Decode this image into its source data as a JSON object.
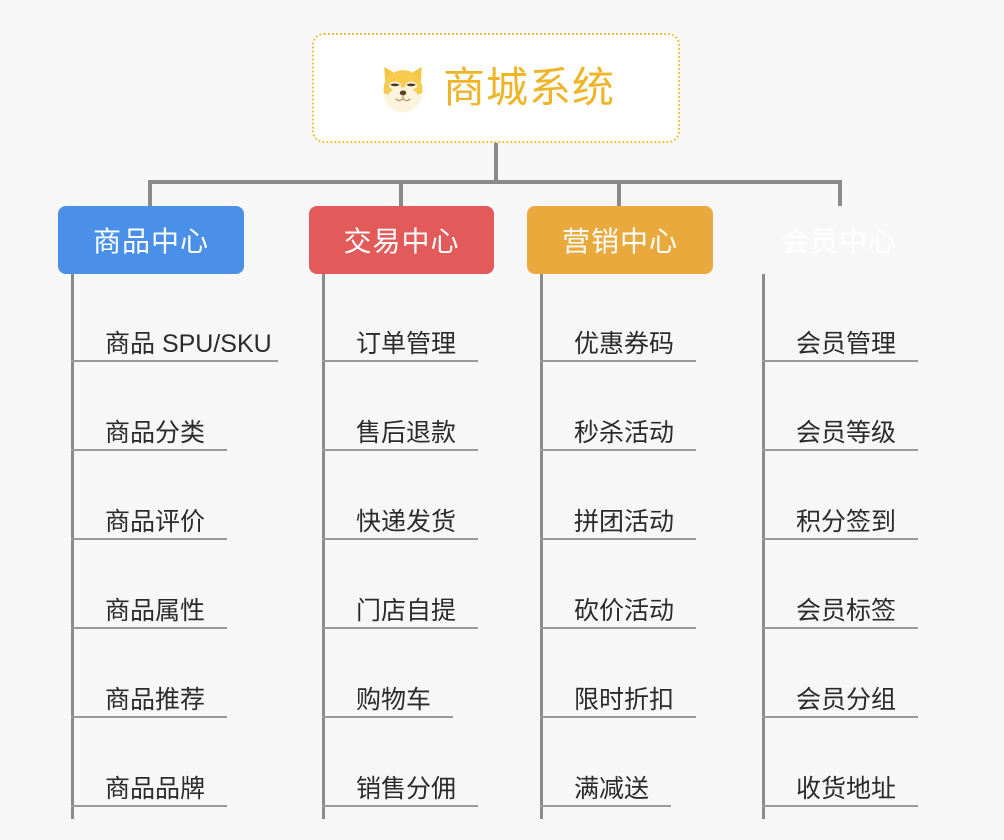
{
  "page": {
    "background_color": "#f7f7f7",
    "connector_color": "#8a8a8a",
    "leaf_text_color": "#2b2b2b",
    "leaf_rule_color": "#9a9a9a"
  },
  "root": {
    "title": "商城系统",
    "icon": "shiba-dog-icon",
    "text_color": "#f0b429",
    "border_color": "#edc04a",
    "background_color": "#ffffff"
  },
  "branches": [
    {
      "label": "商品中心",
      "color": "#4a90e8",
      "items": [
        "商品 SPU/SKU",
        "商品分类",
        "商品评价",
        "商品属性",
        "商品推荐",
        "商品品牌"
      ]
    },
    {
      "label": "交易中心",
      "color": "#e25a5a",
      "items": [
        "订单管理",
        "售后退款",
        "快递发货",
        "门店自提",
        "购物车",
        "销售分佣"
      ]
    },
    {
      "label": "营销中心",
      "color": "#eaa93c",
      "items": [
        "优惠券码",
        "秒杀活动",
        "拼团活动",
        "砍价活动",
        "限时折扣",
        "满减送"
      ]
    },
    {
      "label": "会员中心",
      "color": "#79c council",
      "items": [
        "会员管理",
        "会员等级",
        "积分签到",
        "会员标签",
        "会员分组",
        "收货地址"
      ]
    }
  ]
}
